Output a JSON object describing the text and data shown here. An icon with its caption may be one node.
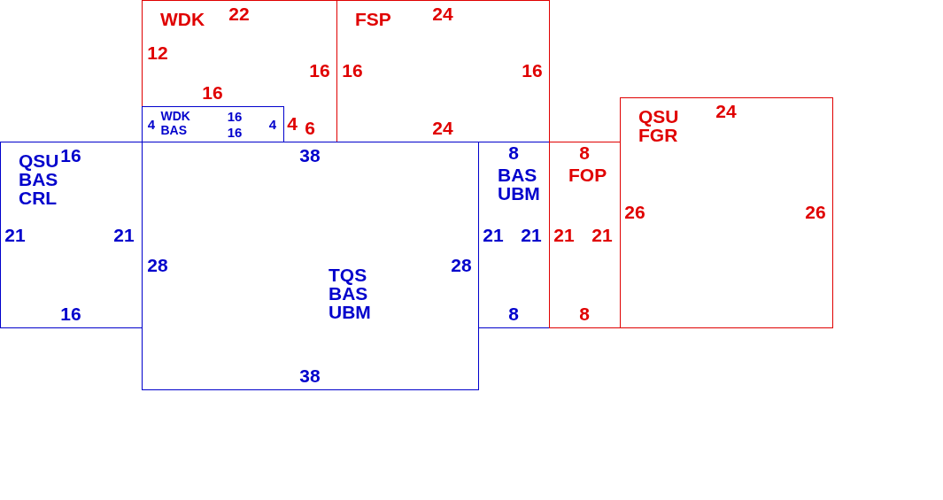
{
  "diagram": {
    "nodes": [
      {
        "text": [
          "WDK"
        ]
      },
      {
        "text": [
          "WDK",
          "BAS"
        ],
        "in": 0
      },
      {
        "text": [
          "FSP"
        ]
      },
      {
        "text": [
          "QSU",
          "BAS",
          "CRL"
        ]
      },
      {
        "text": [
          "TQS",
          "BAS",
          "UBM"
        ]
      },
      {
        "text": [
          "BAS",
          "UBM"
        ]
      },
      {
        "text": [
          "FOP"
        ]
      },
      {
        "text": [
          "QSU",
          "FGR"
        ]
      }
    ],
    "labels": [
      "22",
      "24",
      "12",
      "16",
      "16",
      "16",
      "16",
      "24",
      "4",
      "16",
      "16",
      "4",
      "4",
      "6",
      "24",
      "16",
      "38",
      "8",
      "8",
      "26",
      "26",
      "21",
      "21",
      "21",
      "21",
      "21",
      "21",
      "28",
      "28",
      "16",
      "8",
      "8",
      "38"
    ]
  }
}
